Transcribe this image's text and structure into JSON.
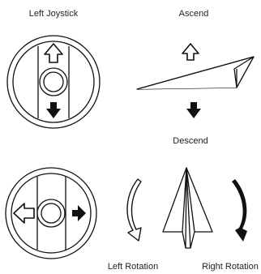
{
  "labels": {
    "left_joystick": "Left Joystick",
    "ascend": "Ascend",
    "descend": "Descend",
    "left_rotation": "Left Rotation",
    "right_rotation": "Right Rotation"
  },
  "colors": {
    "ink": "#111111",
    "paper": "#ffffff"
  },
  "icons": {
    "joystick_top": "joystick-pitch-control-icon",
    "joystick_bottom": "joystick-yaw-control-icon",
    "plane_side": "paper-plane-side-view-icon",
    "plane_top": "paper-plane-top-view-icon"
  }
}
